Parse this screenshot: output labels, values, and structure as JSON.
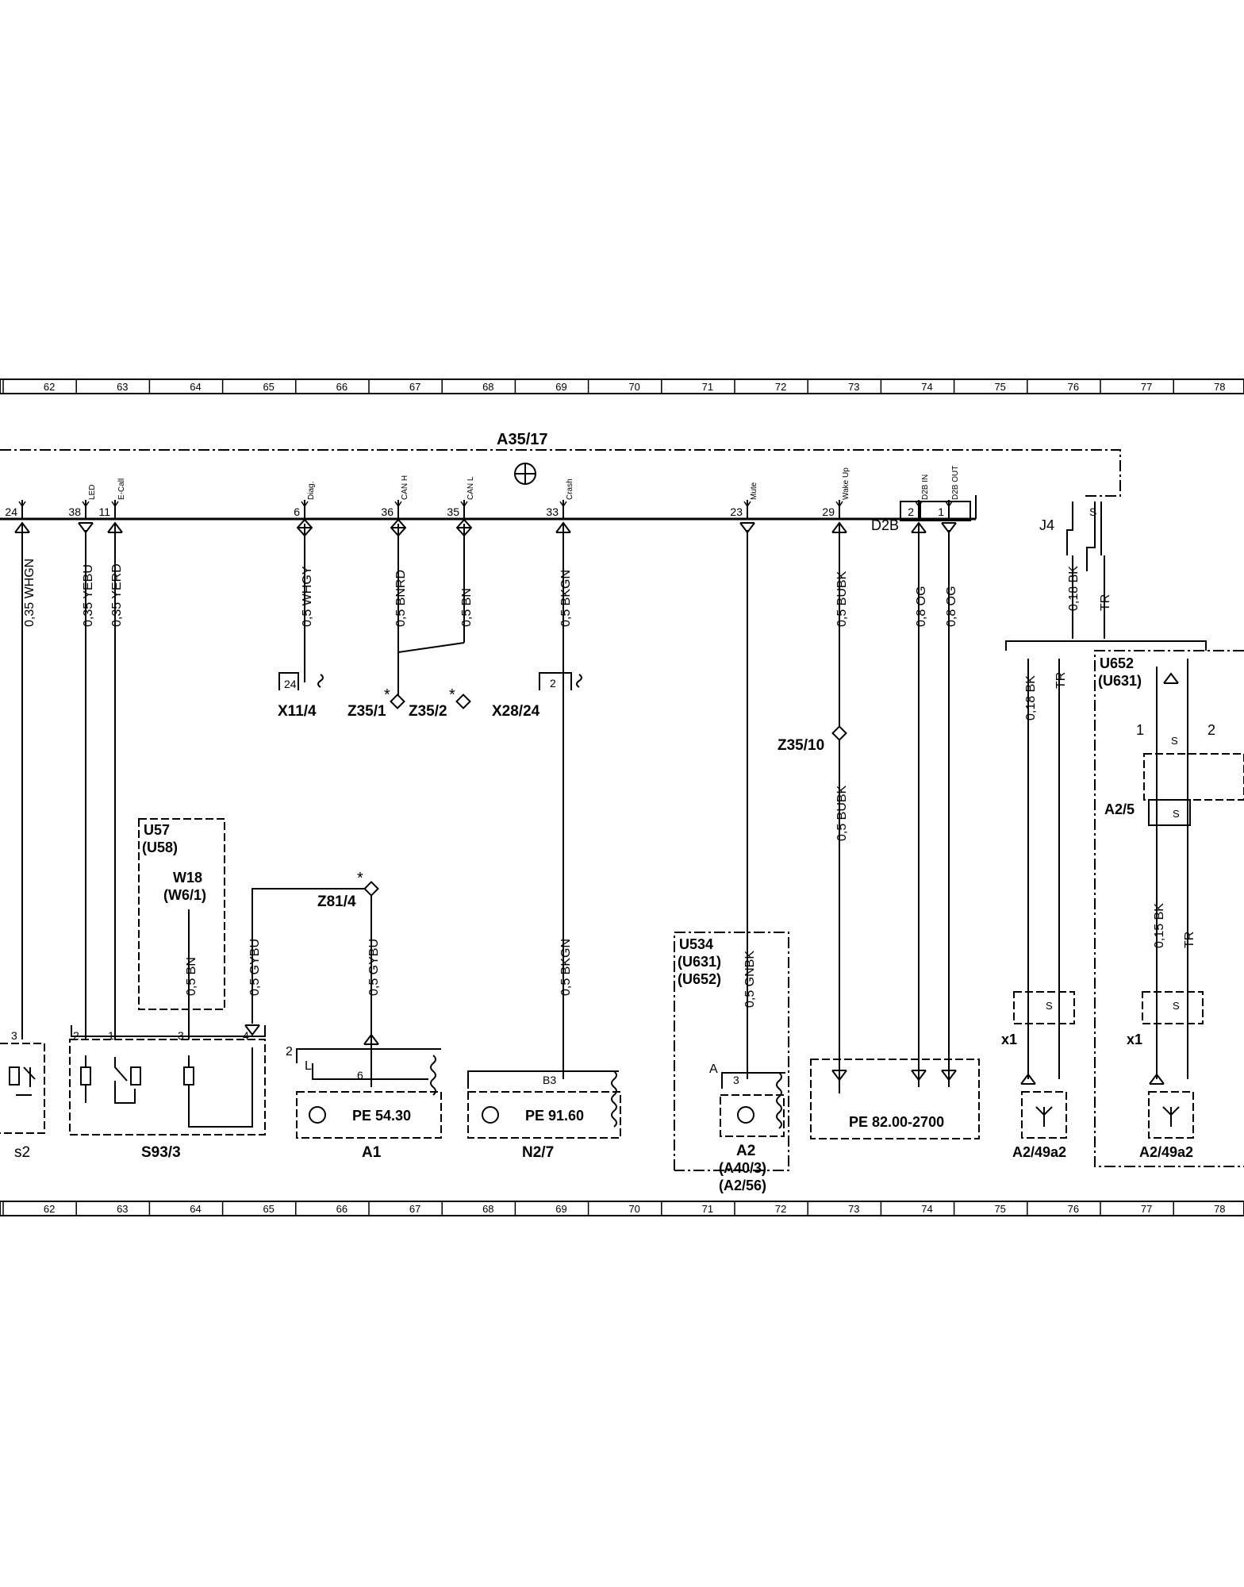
{
  "ruler": {
    "numbers": [
      "62",
      "63",
      "64",
      "65",
      "66",
      "67",
      "68",
      "69",
      "70",
      "71",
      "72",
      "73",
      "74",
      "75",
      "76",
      "77",
      "78"
    ]
  },
  "main_unit": {
    "label": "A35/17",
    "pins": [
      {
        "num": "24",
        "signal": ""
      },
      {
        "num": "38",
        "signal": "LED"
      },
      {
        "num": "11",
        "signal": "E-Call"
      },
      {
        "num": "6",
        "signal": "Diag."
      },
      {
        "num": "36",
        "signal": "CAN H"
      },
      {
        "num": "35",
        "signal": "CAN L"
      },
      {
        "num": "33",
        "signal": "Crash"
      },
      {
        "num": "23",
        "signal": "Mute"
      },
      {
        "num": "29",
        "signal": "Wake Up"
      },
      {
        "num": "2",
        "signal": "D2B IN"
      },
      {
        "num": "1",
        "signal": "D2B OUT"
      }
    ],
    "d2b": "D2B",
    "j4": "J4",
    "s_label": "S"
  },
  "wires": [
    {
      "label": "0,35 WHGN"
    },
    {
      "label": "0,35 YEBU"
    },
    {
      "label": "0,35 YERD"
    },
    {
      "label": "0,5 WHGY"
    },
    {
      "label": "0,5 BNRD"
    },
    {
      "label": "0,5 BN"
    },
    {
      "label": "0,5 BKGN"
    },
    {
      "label": "0,5 BUBK"
    },
    {
      "label": "0,8 OG"
    },
    {
      "label": "0,8 OG"
    },
    {
      "label": "0,18 BK"
    },
    {
      "label": "TR"
    },
    {
      "label": "0,18 BK"
    },
    {
      "label": "TR"
    },
    {
      "label": "0,5 BN"
    },
    {
      "label": "0,5 GYBU"
    },
    {
      "label": "0,5 GYBU"
    },
    {
      "label": "0,5 BKGN"
    },
    {
      "label": "0,5 GNBK"
    },
    {
      "label": "0,5 BUBK"
    },
    {
      "label": "0,15 BK"
    },
    {
      "label": "TR"
    }
  ],
  "connectors": {
    "x11": "X11/4",
    "x11_pin": "24",
    "z35_1": "Z35/1",
    "z35_2": "Z35/2",
    "x28": "X28/24",
    "x28_pin": "2",
    "z35_10": "Z35/10",
    "z81": "Z81/4",
    "star": "*"
  },
  "components": {
    "u57": "U57",
    "u58": "(U58)",
    "w18": "W18",
    "w6": "(W6/1)",
    "s2": "s2",
    "s2_pin": "3",
    "s93": "S93/3",
    "s93_p2": "2",
    "s93_p1": "1",
    "s93_p3": "3",
    "s93_p4": "4",
    "a1": "A1",
    "a1_pin": "6",
    "a1_p2": "2",
    "a1_L": "L",
    "a1_ref": "PE  54.30",
    "n27": "N2/7",
    "n27_pin": "B3",
    "n27_ref": "PE  91.60",
    "u534": "U534",
    "u631": "(U631)",
    "u652": "(U652)",
    "a2": "A2",
    "a2_b": "(A40/3)",
    "a2_c": "(A2/56)",
    "a2_pin": "3",
    "a2_A": "A",
    "pe82": "PE  82.00-2700",
    "u652r": "U652",
    "u631r": "(U631)",
    "a25": "A2/5",
    "r1": "1",
    "r2": "2",
    "x1a": "x1",
    "x1b": "x1",
    "a249a": "A2/49a2",
    "a249b": "A2/49a2",
    "s": "S"
  }
}
